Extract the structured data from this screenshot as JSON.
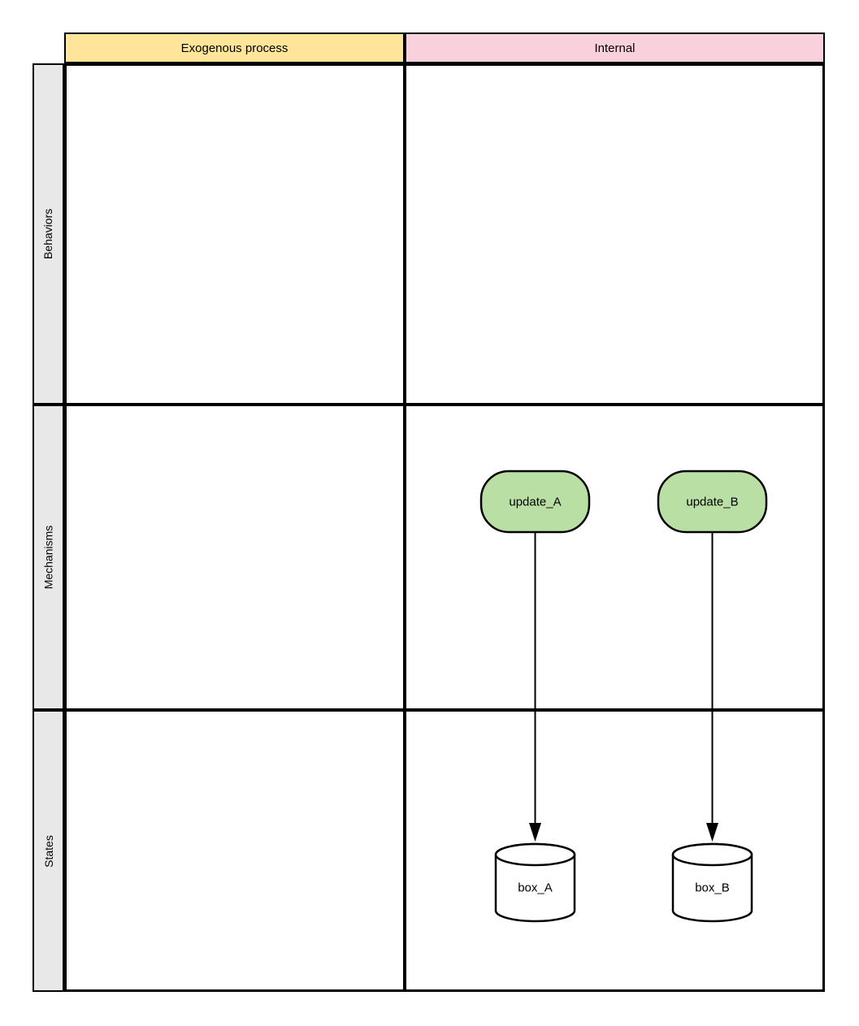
{
  "diagram": {
    "column_headers": [
      {
        "label": "Exogenous process",
        "fill": "#FFE599"
      },
      {
        "label": "Internal",
        "fill": "#F9D1DC"
      }
    ],
    "row_headers": [
      {
        "label": "Behaviors"
      },
      {
        "label": "Mechanisms"
      },
      {
        "label": "States"
      }
    ],
    "nodes": [
      {
        "id": "update_A",
        "label": "update_A",
        "shape": "rounded-rect",
        "fill": "#BADFA5",
        "row": "Mechanisms",
        "column": "Internal"
      },
      {
        "id": "update_B",
        "label": "update_B",
        "shape": "rounded-rect",
        "fill": "#BADFA5",
        "row": "Mechanisms",
        "column": "Internal"
      },
      {
        "id": "box_A",
        "label": "box_A",
        "shape": "cylinder",
        "fill": "#FFFFFF",
        "row": "States",
        "column": "Internal"
      },
      {
        "id": "box_B",
        "label": "box_B",
        "shape": "cylinder",
        "fill": "#FFFFFF",
        "row": "States",
        "column": "Internal"
      }
    ],
    "edges": [
      {
        "from": "update_A",
        "to": "box_A",
        "style": "solid-arrow"
      },
      {
        "from": "update_B",
        "to": "box_B",
        "style": "solid-arrow"
      }
    ],
    "colors": {
      "row_header_fill": "#E8E8E8",
      "column_header_yellow": "#FFE599",
      "column_header_pink": "#F9D1DC",
      "node_green": "#BADFA5",
      "border": "#000000",
      "background": "#FFFFFF"
    }
  }
}
